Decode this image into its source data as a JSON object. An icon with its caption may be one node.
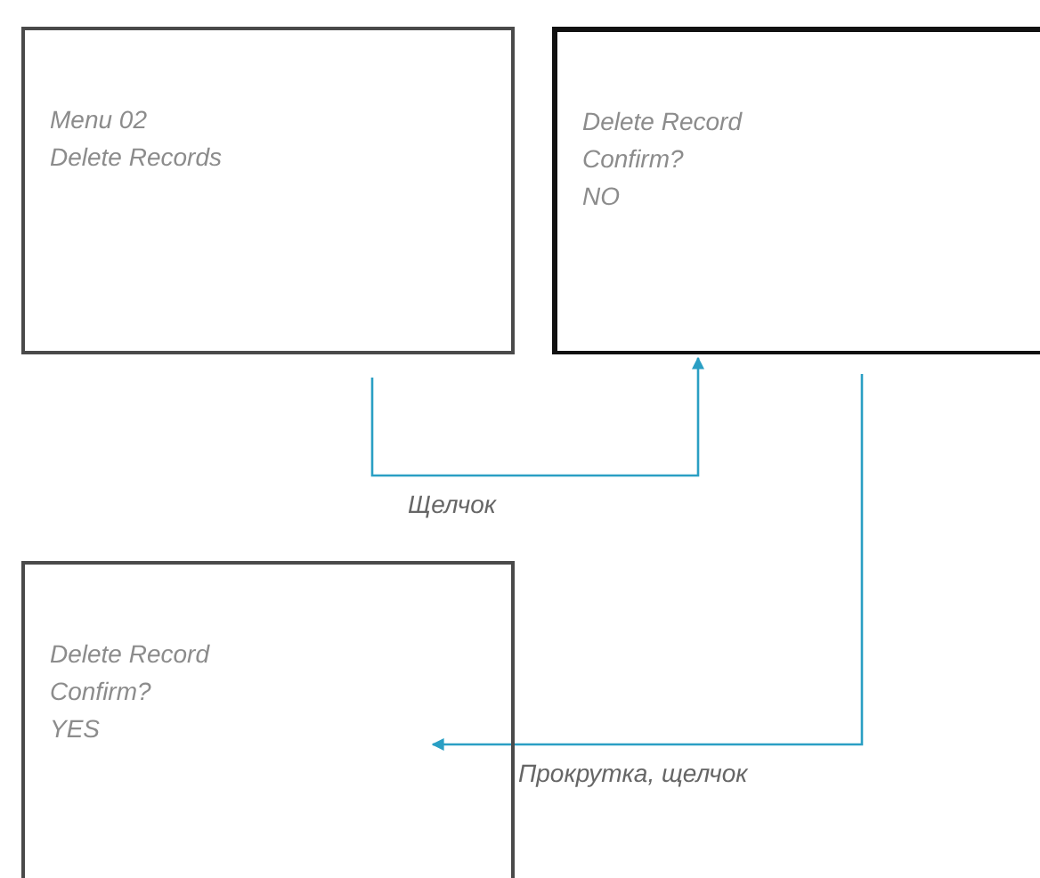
{
  "diagram": {
    "nodes": [
      {
        "text": [
          "Menu 02",
          "Delete Records"
        ]
      },
      {
        "text": [
          "Delete Record",
          "Confirm?",
          "NO"
        ]
      },
      {
        "text": [
          "Delete Record",
          "Confirm?",
          "YES"
        ]
      }
    ],
    "edges": [
      {
        "from": 0,
        "to": 1,
        "arrow": "to",
        "label": "Щелчок"
      },
      {
        "from": 1,
        "to": 2,
        "arrow": "to",
        "label": "Прокрутка, щелчок"
      }
    ]
  }
}
